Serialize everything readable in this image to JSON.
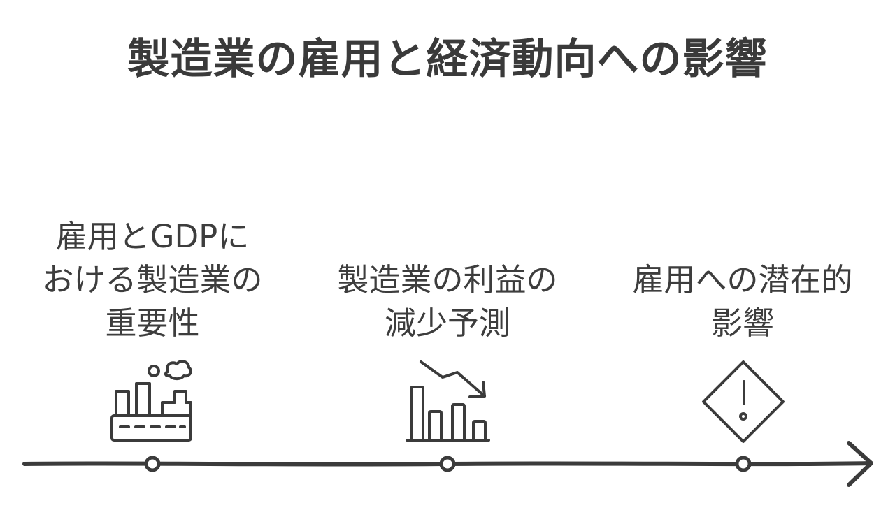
{
  "title": "製造業の雇用と経済動向への影響",
  "timeline": {
    "milestones": [
      {
        "lines": [
          "雇用とGDPに",
          "おける製造業の",
          "重要性"
        ],
        "icon": "factory-icon"
      },
      {
        "lines": [
          "製造業の利益の",
          "減少予測"
        ],
        "icon": "declining-bar-chart-icon"
      },
      {
        "lines": [
          "雇用への潜在的",
          "影響"
        ],
        "icon": "warning-icon"
      }
    ]
  }
}
